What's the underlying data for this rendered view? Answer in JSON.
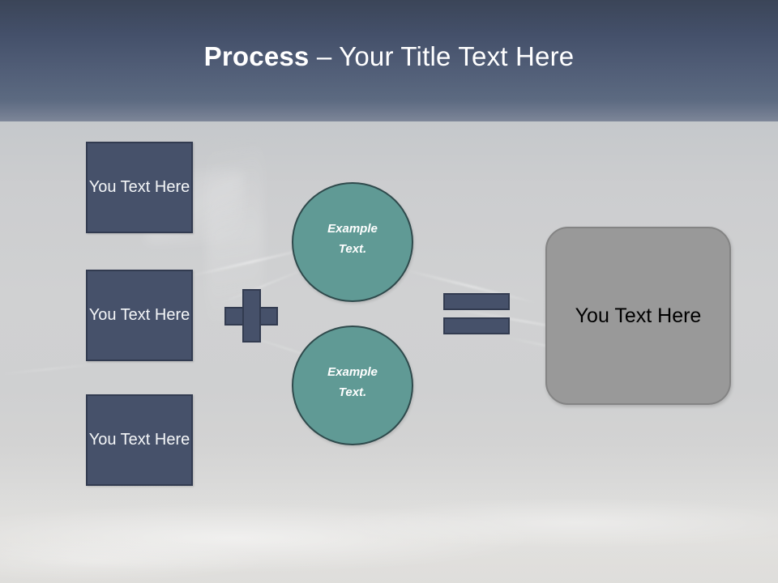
{
  "slide": {
    "title": {
      "bold_part": "Process",
      "rest_part": " – Your Title Text Here",
      "full": "Process – Your Title Text Here"
    },
    "inputs": [
      {
        "label": "You Text Here"
      },
      {
        "label": "You Text Here"
      },
      {
        "label": "You Text Here"
      }
    ],
    "operators": {
      "plus": "+",
      "equals": "="
    },
    "circles": [
      {
        "line1": "Example",
        "line2": "Text."
      },
      {
        "line1": "Example",
        "line2": "Text."
      }
    ],
    "result": {
      "label": "You Text Here"
    },
    "colors": {
      "header_top": "#3b4558",
      "header_bottom": "#7a8396",
      "box_fill": "#46516a",
      "box_border": "#323b50",
      "circle_fill": "#609a95",
      "circle_border": "#2f4a4c",
      "result_fill": "#999999",
      "result_border": "#848484",
      "background": "#cfd0d1",
      "title_text": "#ffffff",
      "box_text": "#f4f6f8",
      "result_text": "#000000"
    }
  }
}
